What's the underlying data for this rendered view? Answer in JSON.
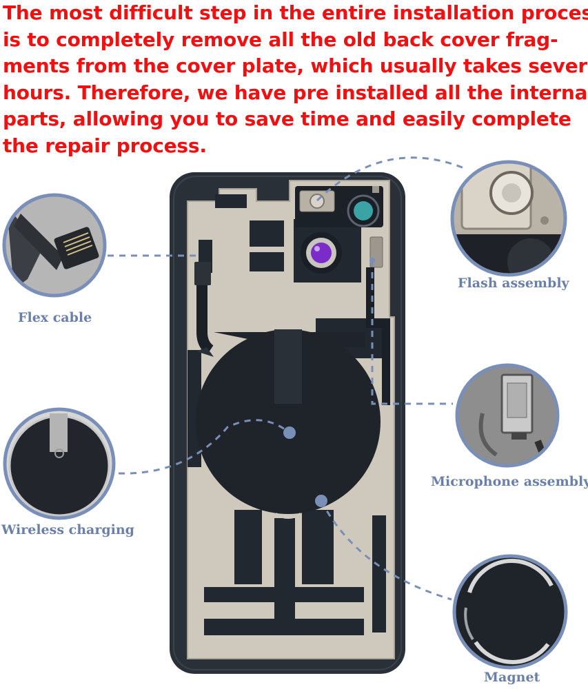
{
  "headline": {
    "lines": [
      "The most difficult step in the entire installation process",
      "is to completely remove all the old back cover frag-",
      "ments from the cover plate, which usually takes several",
      "hours. Therefore, we have pre installed all the internal",
      "parts, allowing you to save time and easily complete",
      "the repair process."
    ]
  },
  "callouts": {
    "flex_cable": "Flex cable",
    "flash_assembly": "Flash assembly",
    "wireless_charging": "Wireless charging",
    "microphone_assembly": "Microphone assembly",
    "magnet": "Magnet"
  },
  "colors": {
    "headline": "#ee1111",
    "label": "#6a80a8",
    "leader": "#7a8fb8",
    "phone_body": "#2a3038",
    "plate": "#cfc8bd"
  }
}
